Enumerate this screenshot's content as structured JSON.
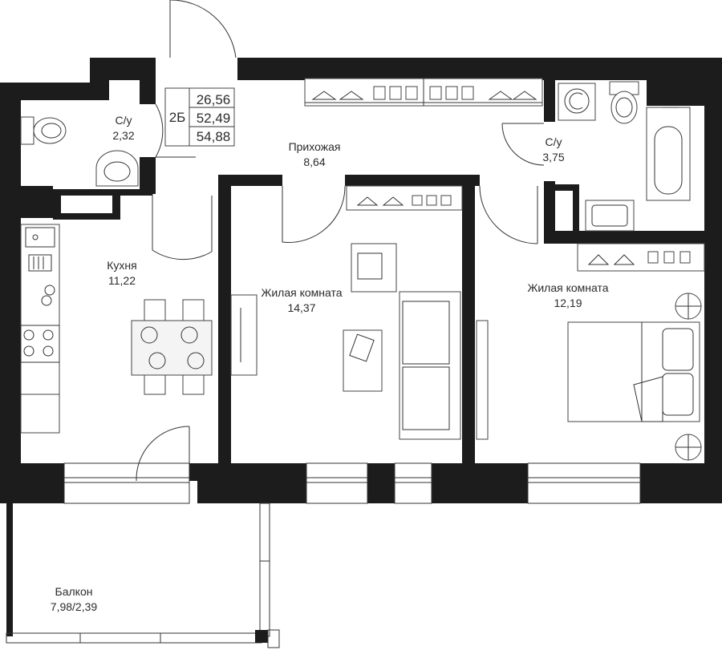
{
  "apartment": {
    "code": "2Б",
    "areas": [
      "26,56",
      "52,49",
      "54,88"
    ]
  },
  "rooms": {
    "bath_left": {
      "name": "С/у",
      "area": "2,32"
    },
    "hallway": {
      "name": "Прихожая",
      "area": "8,64"
    },
    "bath_right": {
      "name": "С/у",
      "area": "3,75"
    },
    "kitchen": {
      "name": "Кухня",
      "area": "11,22"
    },
    "living_1": {
      "name": "Жилая комната",
      "area": "14,37"
    },
    "living_2": {
      "name": "Жилая комната",
      "area": "12,19"
    },
    "balcony": {
      "name": "Балкон",
      "area": "7,98/2,39"
    }
  },
  "colors": {
    "wall": "#1c1c1c",
    "line": "#333333",
    "background": "#ffffff"
  }
}
